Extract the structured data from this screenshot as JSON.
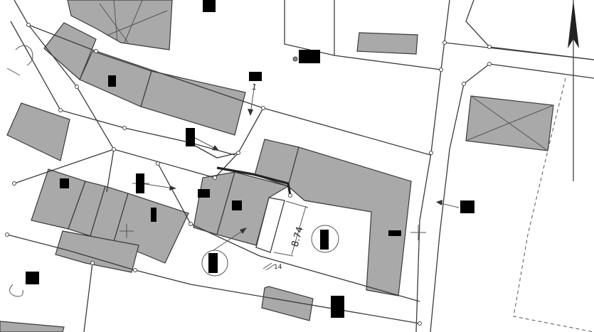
{
  "map": {
    "dimension_label": "8.74",
    "small_annotation": "1",
    "width_mark": "14",
    "colors": {
      "building_fill": "#a9a9a9",
      "line": "#3b3b3b",
      "redaction": "#000000",
      "background": "#ffffff"
    },
    "icons": [
      "north-arrow-icon",
      "survey-cross-icon",
      "survey-circle-icon"
    ]
  }
}
